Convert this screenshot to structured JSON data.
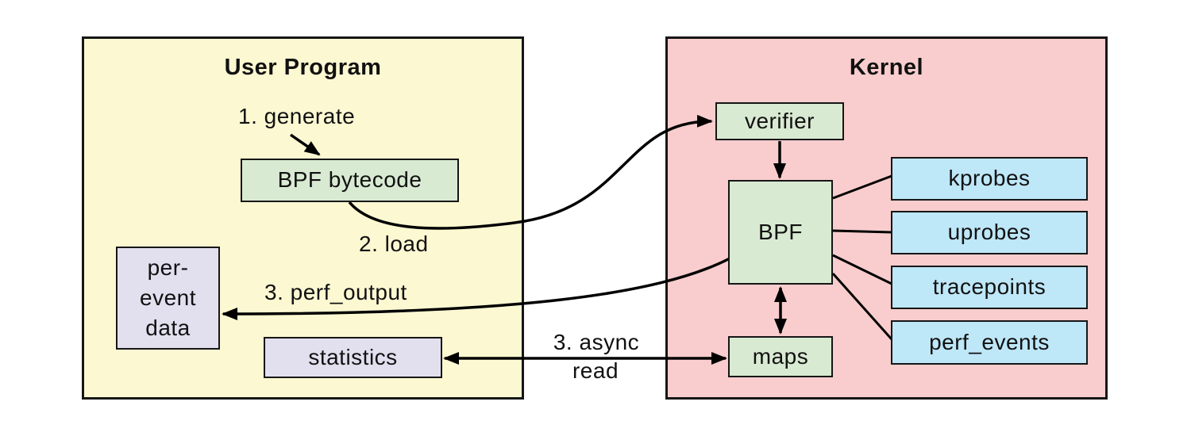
{
  "regions": {
    "user_program": {
      "title": "User Program"
    },
    "kernel": {
      "title": "Kernel"
    }
  },
  "nodes": {
    "bpf_bytecode": {
      "label": "BPF bytecode",
      "fill": "green"
    },
    "per_event_data": {
      "label": "per-\nevent\ndata",
      "fill": "purple"
    },
    "statistics": {
      "label": "statistics",
      "fill": "purple"
    },
    "verifier": {
      "label": "verifier",
      "fill": "green"
    },
    "bpf": {
      "label": "BPF",
      "fill": "green"
    },
    "maps": {
      "label": "maps",
      "fill": "green"
    },
    "kprobes": {
      "label": "kprobes",
      "fill": "blue"
    },
    "uprobes": {
      "label": "uprobes",
      "fill": "blue"
    },
    "tracepoints": {
      "label": "tracepoints",
      "fill": "blue"
    },
    "perf_events": {
      "label": "perf_events",
      "fill": "blue"
    }
  },
  "labels": {
    "generate": "1. generate",
    "load": "2. load",
    "perf_output": "3. perf_output",
    "async_read_line1": "3. async",
    "async_read_line2": "read"
  },
  "edges": [
    {
      "from": "label-1-generate",
      "to": "bpf_bytecode",
      "type": "arrow"
    },
    {
      "from": "bpf_bytecode",
      "to": "verifier",
      "label": "2. load",
      "type": "curved-arrow"
    },
    {
      "from": "verifier",
      "to": "bpf",
      "type": "arrow"
    },
    {
      "from": "bpf",
      "to": "per_event_data",
      "label": "3. perf_output",
      "type": "curved-arrow"
    },
    {
      "from": "bpf",
      "to": "maps",
      "type": "double-arrow"
    },
    {
      "from": "maps",
      "to": "statistics",
      "label": "3. async read",
      "type": "double-arrow"
    },
    {
      "from": "bpf",
      "to": "kprobes",
      "type": "line"
    },
    {
      "from": "bpf",
      "to": "uprobes",
      "type": "line"
    },
    {
      "from": "bpf",
      "to": "tracepoints",
      "type": "line"
    },
    {
      "from": "bpf",
      "to": "perf_events",
      "type": "line"
    }
  ],
  "colors": {
    "user_program_fill": "#FCF8D2",
    "kernel_fill": "#F9CDCD",
    "green_fill": "#D9EAD2",
    "blue_fill": "#BEE7F8",
    "purple_fill": "#E2DFEE",
    "line": "#000000"
  }
}
